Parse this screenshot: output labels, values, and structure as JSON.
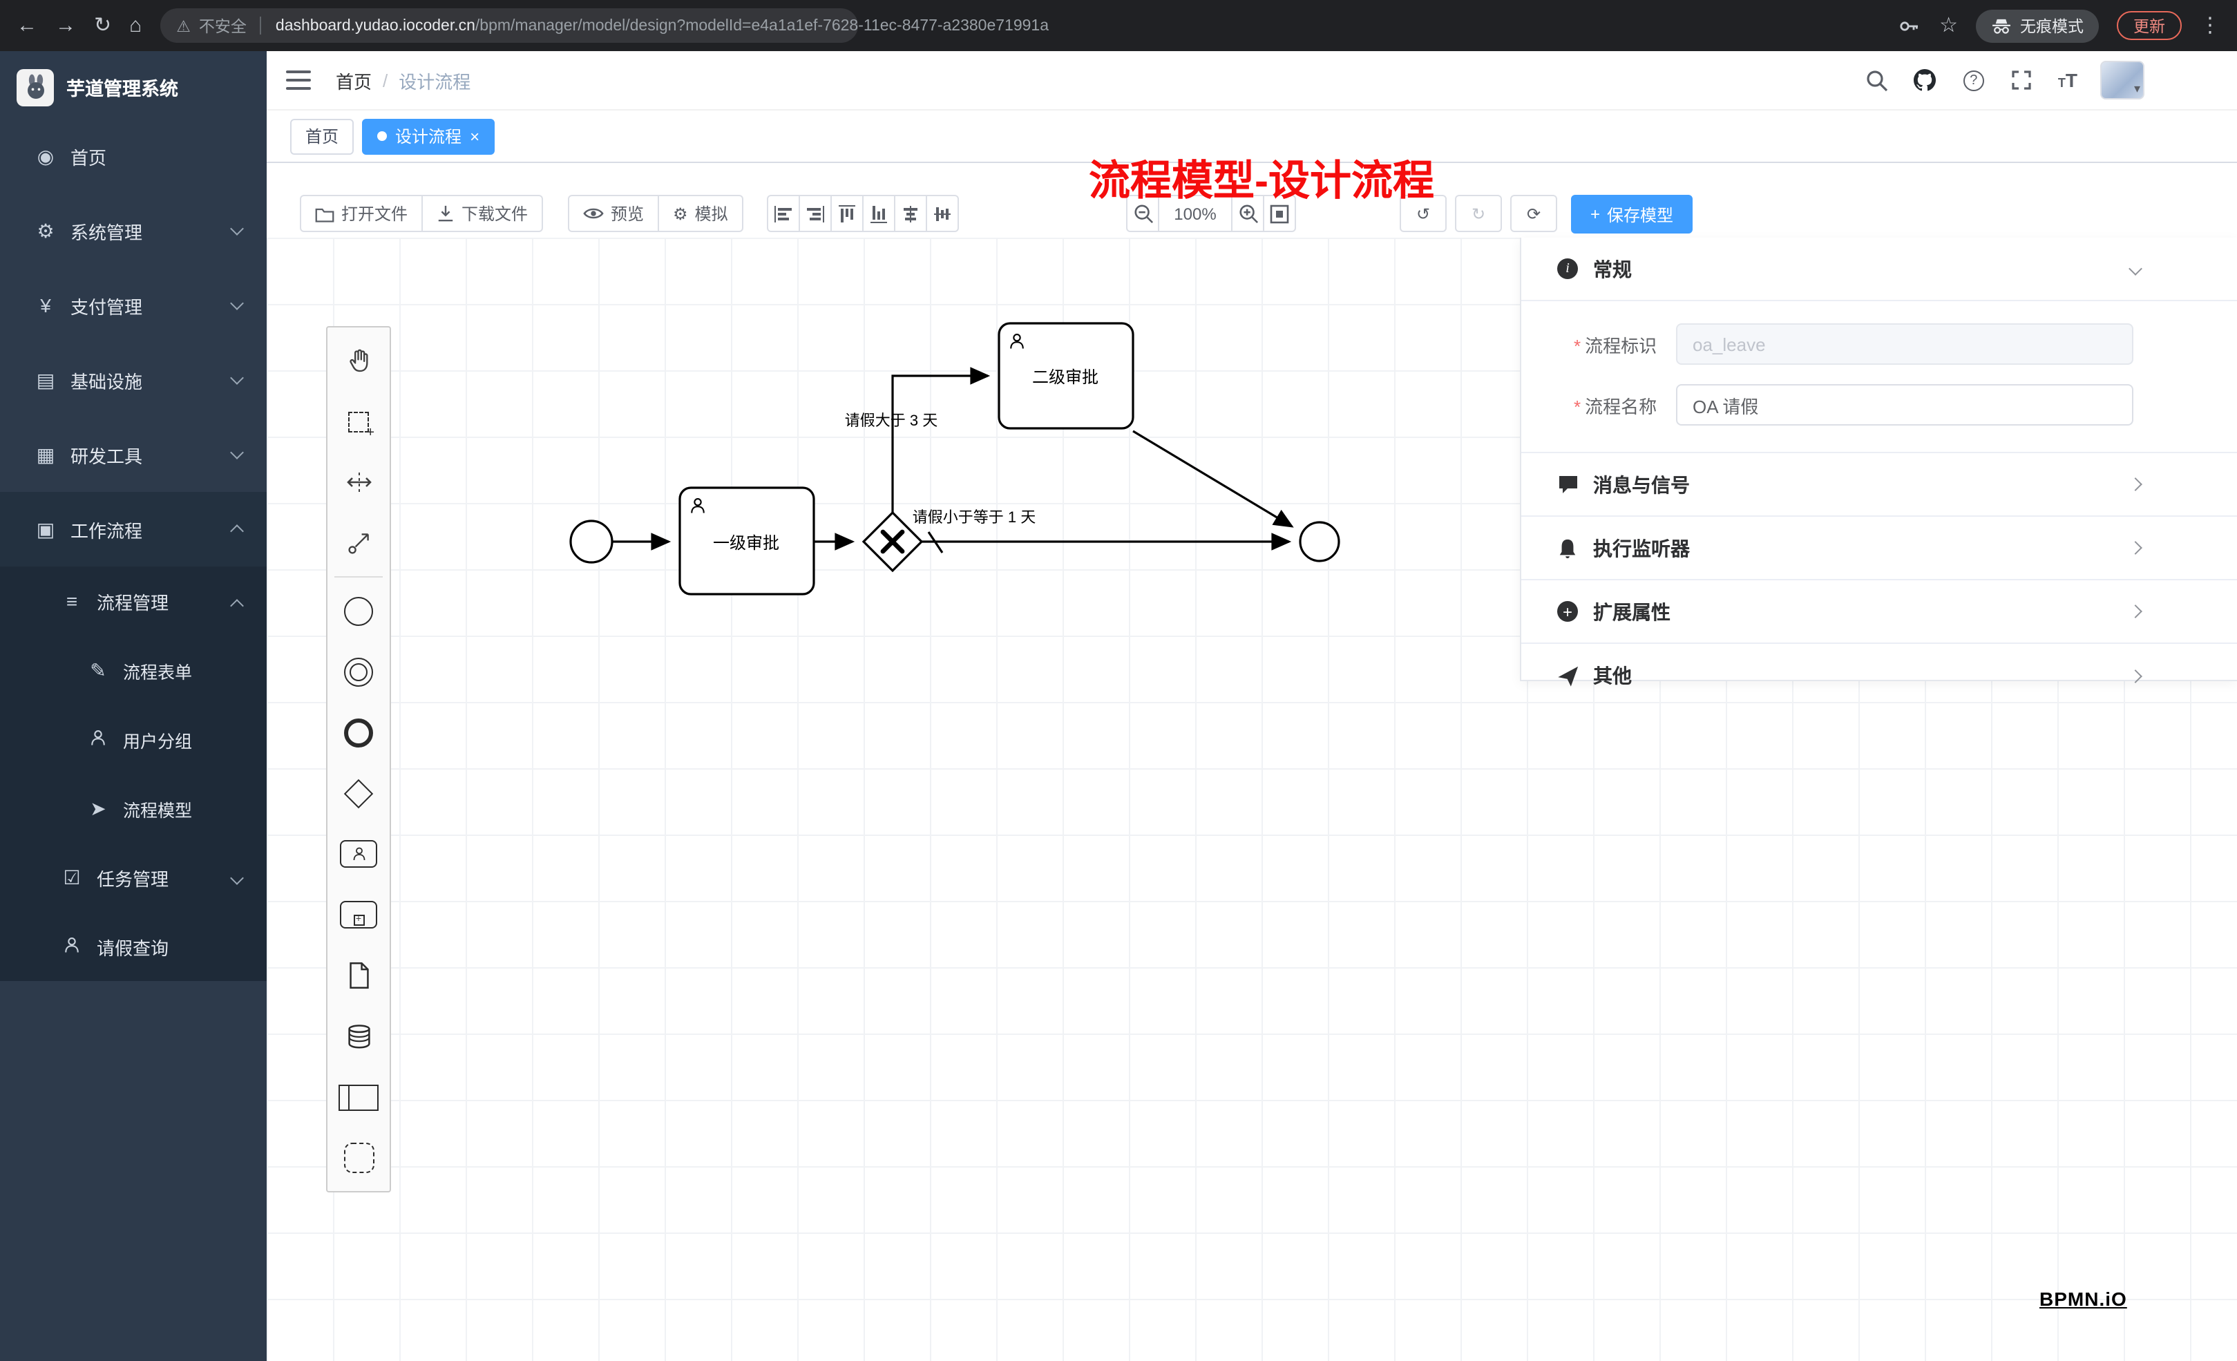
{
  "browser": {
    "security_warning": "不安全",
    "url_domain": "dashboard.yudao.iocoder.cn",
    "url_path": "/bpm/manager/model/design?modelId=e4a1a1ef-7628-11ec-8477-a2380e71991a",
    "incognito_label": "无痕模式",
    "update_label": "更新"
  },
  "sidebar": {
    "app_title": "芋道管理系统",
    "menu": [
      {
        "label": "首页"
      },
      {
        "label": "系统管理"
      },
      {
        "label": "支付管理"
      },
      {
        "label": "基础设施"
      },
      {
        "label": "研发工具"
      },
      {
        "label": "工作流程"
      },
      {
        "label": "流程管理"
      },
      {
        "label": "流程表单"
      },
      {
        "label": "用户分组"
      },
      {
        "label": "流程模型"
      },
      {
        "label": "任务管理"
      },
      {
        "label": "请假查询"
      }
    ]
  },
  "header": {
    "breadcrumb_home": "首页",
    "breadcrumb_sep": "/",
    "breadcrumb_current": "设计流程",
    "annotation": "流程模型-设计流程"
  },
  "tabs": {
    "home": "首页",
    "active": "设计流程"
  },
  "toolbar": {
    "open_file": "打开文件",
    "download_file": "下载文件",
    "preview": "预览",
    "simulate": "模拟",
    "zoom_level": "100%",
    "save_model": "保存模型"
  },
  "diagram": {
    "task1": "一级审批",
    "task2": "二级审批",
    "condition_over_3_days": "请假大于 3 天",
    "condition_under_1_day": "请假小于等于 1 天"
  },
  "properties": {
    "general_title": "常规",
    "field_process_key": {
      "label": "流程标识",
      "value": "oa_leave"
    },
    "field_process_name": {
      "label": "流程名称",
      "value": "OA 请假"
    },
    "section_message": "消息与信号",
    "section_listener": "执行监听器",
    "section_ext": "扩展属性",
    "section_other": "其他"
  },
  "watermark": "BPMN.iO",
  "colors": {
    "accent_blue": "#409eff",
    "annotation_red": "#f50d0d",
    "sidebar_bg": "#2d3a4b"
  }
}
